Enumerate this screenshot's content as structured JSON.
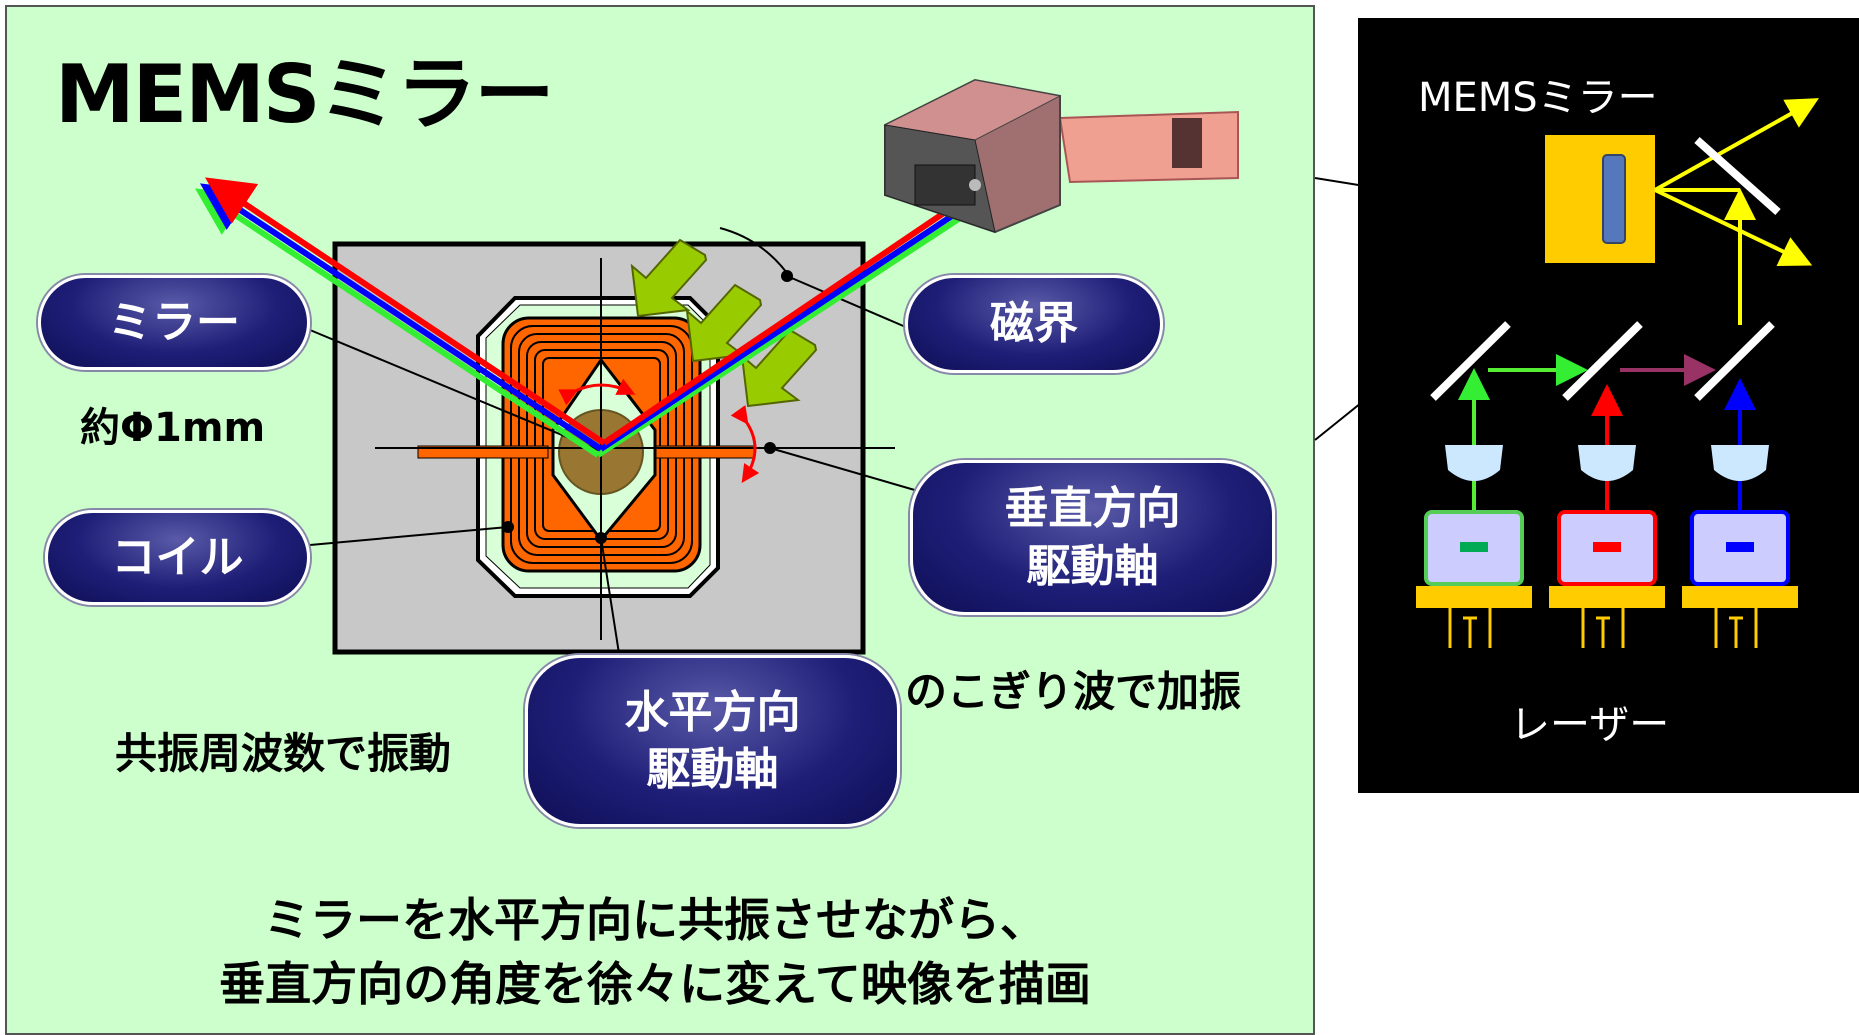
{
  "main_panel": {
    "title": "MEMSミラー",
    "callouts": {
      "mirror": "ミラー",
      "magnetic_field": "磁界",
      "coil": "コイル",
      "vertical_axis_line1": "垂直方向",
      "vertical_axis_line2": "駆動軸",
      "horizontal_axis_line1": "水平方向",
      "horizontal_axis_line2": "駆動軸"
    },
    "mirror_size": "約Φ1mm",
    "sawtooth_note": "のこぎり波で加振",
    "resonance_note": "共振周波数で振動",
    "summary_line1": "ミラーを水平方向に共振させながら、",
    "summary_line2": "垂直方向の角度を徐々に変えて映像を描画"
  },
  "inset_panel": {
    "mirror_label": "MEMSミラー",
    "laser_label": "レーザー"
  },
  "colors": {
    "panel_bg": "#ccffcc",
    "coil_orange": "#ff6600",
    "beam_red": "#ff0000",
    "beam_green": "#33ff33",
    "beam_blue": "#0000ff",
    "field_arrow": "#99cc00",
    "pill_navy": "#1e1e78",
    "inset_yellow": "#ffff00"
  }
}
